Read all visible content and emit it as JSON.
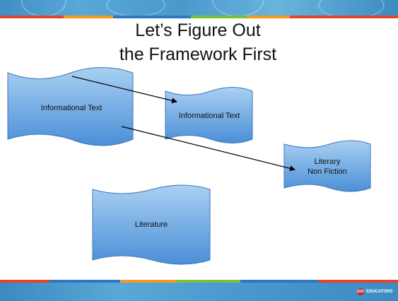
{
  "slide": {
    "title_line1": "Let’s Figure Out",
    "title_line2": "the Framework First"
  },
  "nodes": {
    "informational_text_large": "Informational Text",
    "informational_text_small": "Informational Text",
    "literary_nonfiction_line1": "Literary",
    "literary_nonfiction_line2": "Non Fiction",
    "literature": "Literature"
  },
  "footer": {
    "logo_badge": "SDF",
    "logo_text": "EDUCATORS"
  },
  "colors": {
    "shape_fill_top": "#9cc8f0",
    "shape_fill_bottom": "#4a8fd8",
    "shape_stroke": "#3d75b5",
    "band_blue": "#4a98cc",
    "stripe_red": "#e2452b",
    "stripe_orange": "#f39a1f",
    "stripe_green": "#7cbf3d",
    "stripe_blue": "#2e78c2"
  }
}
